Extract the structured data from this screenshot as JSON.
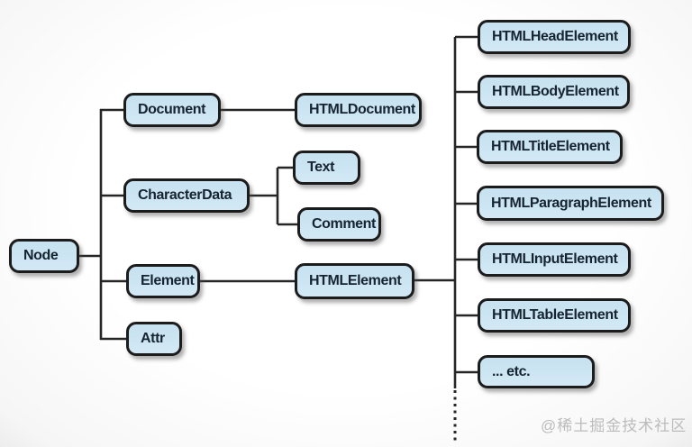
{
  "colors": {
    "box_fill": "#cbe4f2",
    "box_border": "#1c1c1c",
    "line": "#262626",
    "label_text": "#152430",
    "watermark_text": "#bcbcbc",
    "background": "#fdfdfd"
  },
  "nodes": {
    "node": "Node",
    "document": "Document",
    "html_document": "HTMLDocument",
    "character_data": "CharacterData",
    "text": "Text",
    "comment": "Comment",
    "element": "Element",
    "attr": "Attr",
    "html_element": "HTMLElement",
    "html_head_element": "HTMLHeadElement",
    "html_body_element": "HTMLBodyElement",
    "html_title_element": "HTMLTitleElement",
    "html_paragraph_element": "HTMLParagraphElement",
    "html_input_element": "HTMLInputElement",
    "html_table_element": "HTMLTableElement",
    "etc": "... etc."
  },
  "hierarchy": {
    "Node": [
      "Document",
      "CharacterData",
      "Element",
      "Attr"
    ],
    "Document": [
      "HTMLDocument"
    ],
    "CharacterData": [
      "Text",
      "Comment"
    ],
    "Element": [
      "HTMLElement"
    ],
    "HTMLElement": [
      "HTMLHeadElement",
      "HTMLBodyElement",
      "HTMLTitleElement",
      "HTMLParagraphElement",
      "HTMLInputElement",
      "HTMLTableElement",
      "... etc."
    ]
  },
  "watermark": "@稀土掘金技术社区"
}
